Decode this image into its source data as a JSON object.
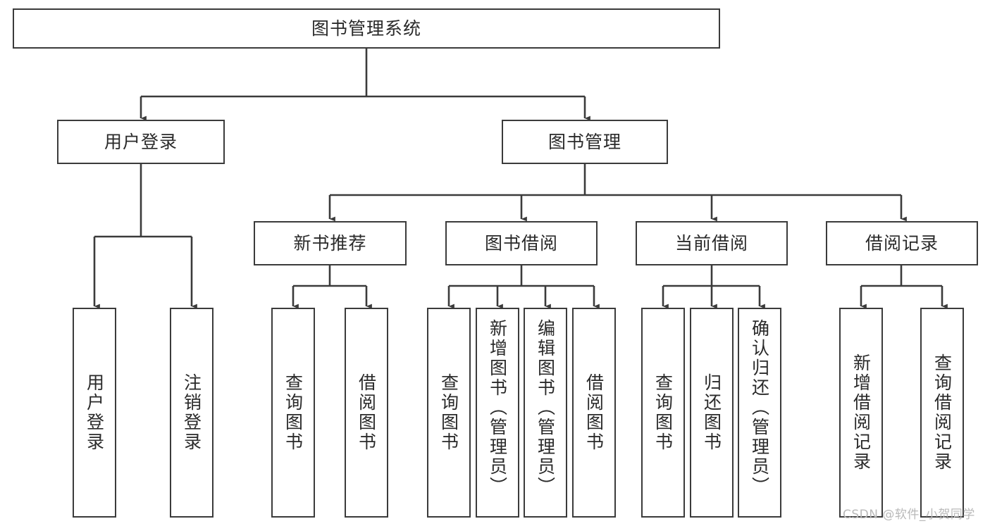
{
  "diagram": {
    "title": "图书管理系统",
    "type": "functional-structure-tree",
    "watermark": "CSDN @软件_小贺同学",
    "colors": {
      "stroke": "#3b3b3b",
      "text": "#2a2a2a",
      "background": "#ffffff",
      "watermark": "#b9b9b9"
    },
    "levels": {
      "root": {
        "label": "图书管理系统"
      },
      "modules": [
        {
          "label": "用户登录"
        },
        {
          "label": "图书管理"
        }
      ],
      "submodules": [
        {
          "label": "新书推荐"
        },
        {
          "label": "图书借阅"
        },
        {
          "label": "当前借阅"
        },
        {
          "label": "借阅记录"
        }
      ],
      "leaves": {
        "user_login": [
          {
            "label": "用户登录"
          },
          {
            "label": "注销登录"
          }
        ],
        "new_book_recommend": [
          {
            "label": "查询图书"
          },
          {
            "label": "借阅图书"
          }
        ],
        "book_borrow": [
          {
            "label": "查询图书"
          },
          {
            "label": "新增图书（管理员）"
          },
          {
            "label": "编辑图书（管理员）"
          },
          {
            "label": "借阅图书"
          }
        ],
        "current_borrow": [
          {
            "label": "查询图书"
          },
          {
            "label": "归还图书"
          },
          {
            "label": "确认归还（管理员）"
          }
        ],
        "borrow_record": [
          {
            "label": "新增借阅记录"
          },
          {
            "label": "查询借阅记录"
          }
        ]
      }
    }
  }
}
